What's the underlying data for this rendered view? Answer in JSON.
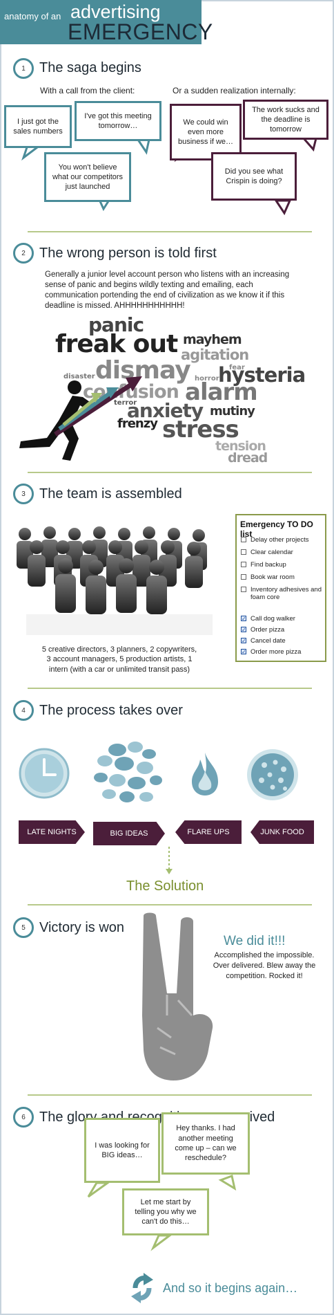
{
  "header": {
    "small": "anatomy of an",
    "line1": "advertising",
    "line2": "EMERGENCY"
  },
  "s1": {
    "num": "1",
    "title": "The saga begins",
    "left_sub": "With a call from the client:",
    "right_sub": "Or a sudden realization internally:",
    "bubbles": [
      "I just got the sales numbers",
      "I've got this meeting tomorrow…",
      "You won't believe what our competitors just launched",
      "We could win even more business if we…",
      "The work sucks and the deadline is tomorrow",
      "Did you see what Crispin is doing?"
    ]
  },
  "s2": {
    "num": "2",
    "title": "The wrong person is told first",
    "text": "Generally a junior level account person who listens with an increasing sense of panic and begins wildly texting and emailing, each communication portending the end of civilization as we know it if this deadline is missed. AHHHHHHHHHHH!",
    "words": [
      "panic",
      "freak out",
      "mayhem",
      "agitation",
      "disaster",
      "dismay",
      "fear",
      "hysteria",
      "horror",
      "confusion",
      "alarm",
      "terror",
      "anxiety",
      "mutiny",
      "frenzy",
      "stress",
      "tension",
      "dread"
    ]
  },
  "s3": {
    "num": "3",
    "title": "The team is assembled",
    "caption": "5 creative directors, 3 planners, 2 copywriters, 3 account managers, 5 production artists, 1 intern (with a car or unlimited transit pass)",
    "todo_title": "Emergency TO DO list",
    "todo": [
      {
        "label": "Delay other projects",
        "checked": false
      },
      {
        "label": "Clear calendar",
        "checked": false
      },
      {
        "label": "Find backup",
        "checked": false
      },
      {
        "label": "Book war room",
        "checked": false
      },
      {
        "label": "Inventory adhesives and foam core",
        "checked": false
      },
      {
        "label": "Call dog walker",
        "checked": true
      },
      {
        "label": "Order pizza",
        "checked": true
      },
      {
        "label": "Cancel date",
        "checked": true
      },
      {
        "label": "Order more pizza",
        "checked": true
      }
    ]
  },
  "s4": {
    "num": "4",
    "title": "The process takes over",
    "tags": [
      "LATE NIGHTS",
      "BIG IDEAS",
      "FLARE UPS",
      "JUNK FOOD"
    ],
    "solution": "The Solution"
  },
  "s5": {
    "num": "5",
    "title": "Victory is won",
    "big": "We did it!!!",
    "text": "Accomplished the impossible. Over delivered. Blew away the competition. Rocked it!"
  },
  "s6": {
    "num": "6",
    "title": "The glory and recognition are received",
    "bubbles": [
      "I was looking for BIG ideas…",
      "Hey thanks. I had another meeting come up – can we reschedule?",
      "Let me start by telling you why we can't do this…"
    ],
    "again": "And so it begins again…"
  },
  "colors": {
    "teal": "#4a8c99",
    "plum": "#4b1e3a",
    "green": "#a4be70",
    "olive": "#7a8f2e"
  }
}
